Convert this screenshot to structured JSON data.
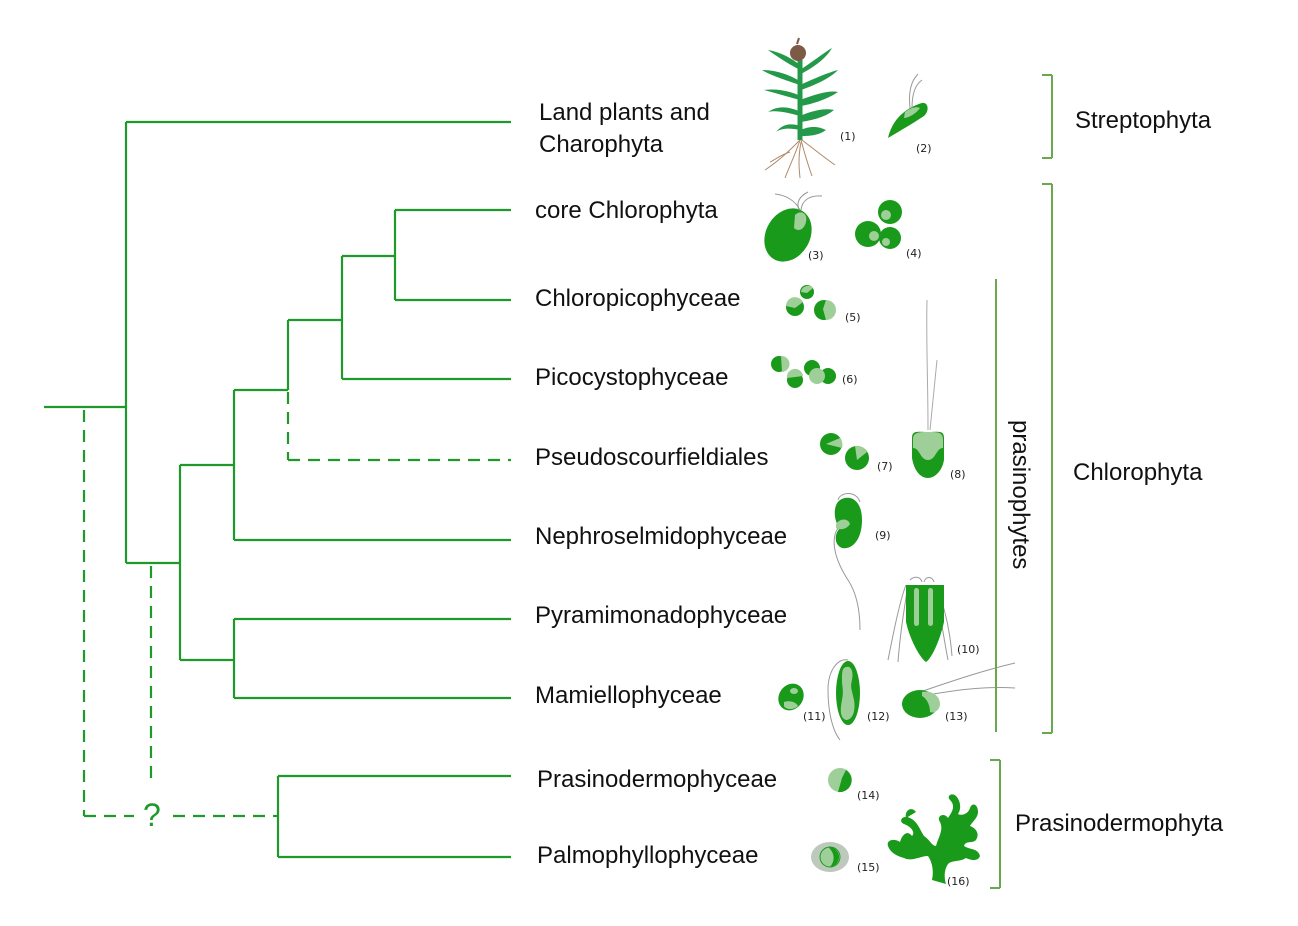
{
  "figure": {
    "title": "Phylogeny of green plants (Viridiplantae)",
    "line_color": "#1f9a2a",
    "bracket_color": "#6aa84f",
    "cell_dark": "#1a9a1a",
    "cell_light": "#9ecf98",
    "uncertain_marker": "?"
  },
  "taxa": [
    {
      "id": "land-plants",
      "label_lines": [
        "Land plants and",
        "Charophyta"
      ],
      "illustrations": [
        "(1)",
        "(2)"
      ]
    },
    {
      "id": "core-chlorophyta",
      "label_lines": [
        "core Chlorophyta"
      ],
      "illustrations": [
        "(3)",
        "(4)"
      ]
    },
    {
      "id": "chloropicophyceae",
      "label_lines": [
        "Chloropicophyceae"
      ],
      "illustrations": [
        "(5)"
      ]
    },
    {
      "id": "picocystophyceae",
      "label_lines": [
        "Picocystophyceae"
      ],
      "illustrations": [
        "(6)"
      ]
    },
    {
      "id": "pseudoscourfieldiales",
      "label_lines": [
        "Pseudoscourfieldiales"
      ],
      "illustrations": [
        "(7)",
        "(8)"
      ],
      "uncertain": true
    },
    {
      "id": "nephroselmidophyceae",
      "label_lines": [
        "Nephroselmidophyceae"
      ],
      "illustrations": [
        "(9)"
      ]
    },
    {
      "id": "pyramimonadophyceae",
      "label_lines": [
        "Pyramimonadophyceae"
      ],
      "illustrations": [
        "(10)"
      ]
    },
    {
      "id": "mamiellophyceae",
      "label_lines": [
        "Mamiellophyceae"
      ],
      "illustrations": [
        "(11)",
        "(12)",
        "(13)"
      ]
    },
    {
      "id": "prasinodermophyceae",
      "label_lines": [
        "Prasinodermophyceae"
      ],
      "illustrations": [
        "(14)"
      ]
    },
    {
      "id": "palmophyllophyceae",
      "label_lines": [
        "Palmophyllophyceae"
      ],
      "illustrations": [
        "(15)",
        "(16)"
      ]
    }
  ],
  "clades": [
    {
      "id": "streptophyta",
      "label": "Streptophyta",
      "members": [
        "land-plants"
      ]
    },
    {
      "id": "chlorophyta",
      "label": "Chlorophyta",
      "members": [
        "core-chlorophyta",
        "chloropicophyceae",
        "picocystophyceae",
        "pseudoscourfieldiales",
        "nephroselmidophyceae",
        "pyramimonadophyceae",
        "mamiellophyceae"
      ]
    },
    {
      "id": "prasinophytes",
      "label": "prasinophytes",
      "members": [
        "chloropicophyceae",
        "picocystophyceae",
        "pseudoscourfieldiales",
        "nephroselmidophyceae",
        "pyramimonadophyceae",
        "mamiellophyceae"
      ],
      "paraphyletic": true
    },
    {
      "id": "prasinodermophyta",
      "label": "Prasinodermophyta",
      "members": [
        "prasinodermophyceae",
        "palmophyllophyceae"
      ]
    }
  ],
  "tree": {
    "topology": "((Streptophyta,(((((core Chlorophyta,Chloropicophyceae),Picocystophyceae),Pseudoscourfieldiales?),Nephroselmidophyceae),(Pyramimonadophyceae,Mamiellophyceae))),Prasinodermophyta?)",
    "uncertain_placement": "Prasinodermophyta (dashed, marked ?)"
  },
  "illustration_numbers": [
    "(1)",
    "(2)",
    "(3)",
    "(4)",
    "(5)",
    "(6)",
    "(7)",
    "(8)",
    "(9)",
    "(10)",
    "(11)",
    "(12)",
    "(13)",
    "(14)",
    "(15)",
    "(16)"
  ]
}
